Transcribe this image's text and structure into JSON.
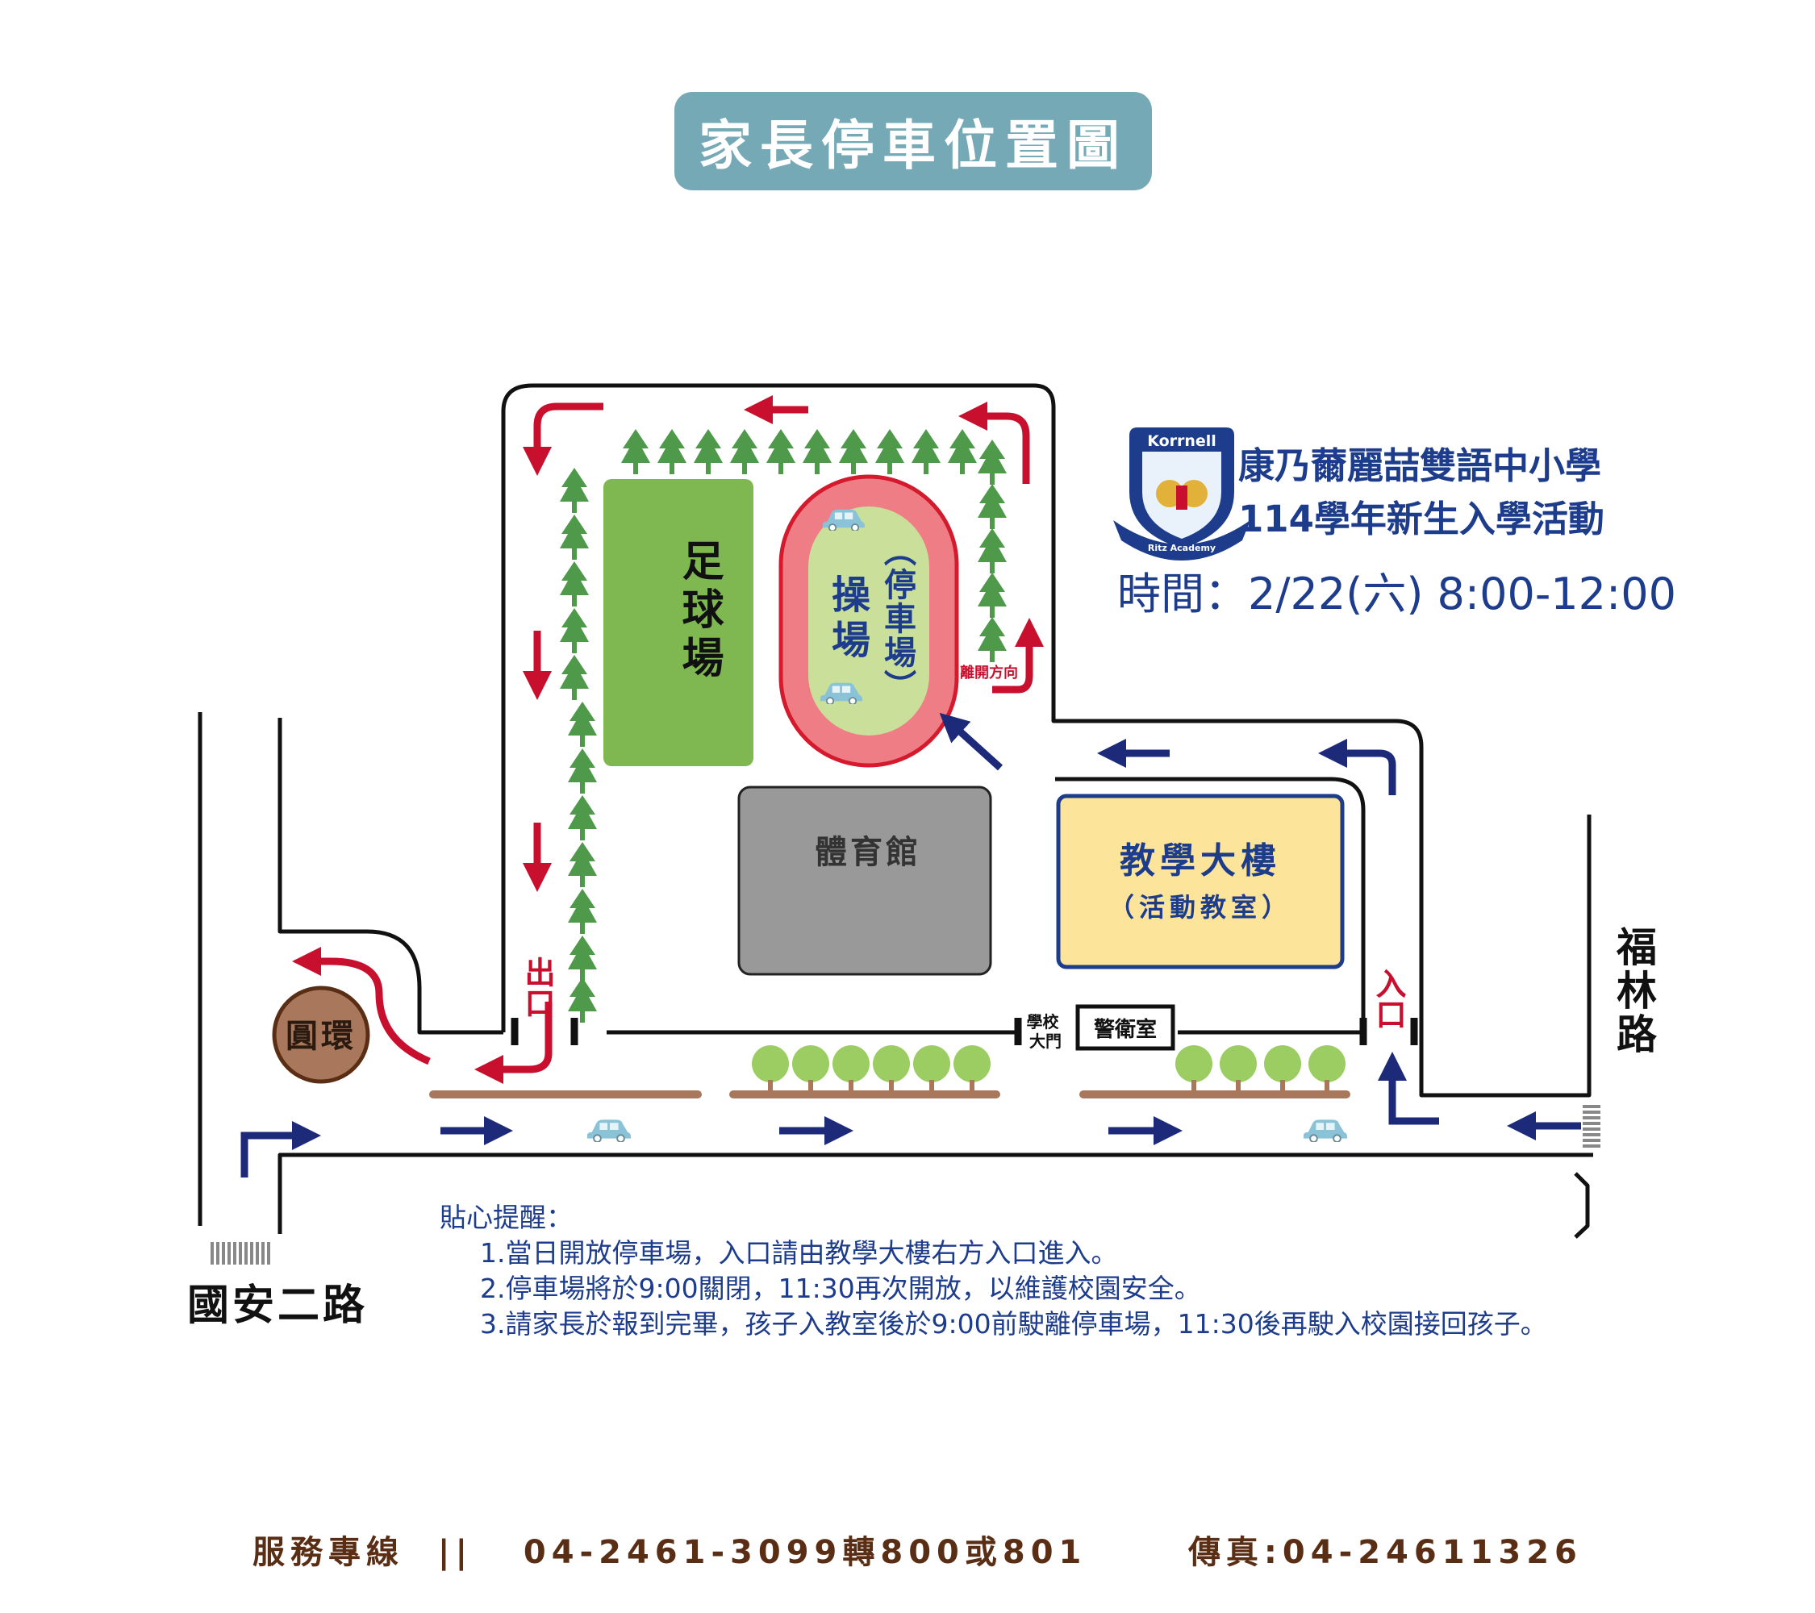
{
  "title": "家長停車位置圖",
  "school": {
    "name": "康乃薾麗喆雙語中小學",
    "event": "114學年新生入學活動",
    "time": "時間：2/22(六) 8:00-12:00",
    "logo_text_top": "Korrnell",
    "logo_text_bottom": "Ritz Academy"
  },
  "map": {
    "soccer_field": "足球場",
    "playground": "操場",
    "parking_note": "（停車場）",
    "leave_direction": "離開方向",
    "gym": "體育館",
    "teaching_building": "教學大樓",
    "activity_room": "（活動教室）",
    "exit": "出口",
    "entrance": "入口",
    "school_gate": "學校大門",
    "guard_room": "警衛室",
    "roundabout": "圓環",
    "road_guoan": "國安二路",
    "road_fulin": "福林路"
  },
  "notes": {
    "heading": "貼心提醒：",
    "items": [
      "1.當日開放停車場，入口請由教學大樓右方入口進入。",
      "2.停車場將於9:00關閉，11:30再次開放，以維護校園安全。",
      "3.請家長於報到完畢，孩子入教室後於9:00前駛離停車場，11:30後再駛入校園接回孩子。"
    ]
  },
  "footer": {
    "hotline_label": "服務專線",
    "separator": "||",
    "hotline": "04-2461-3099轉800或801",
    "fax": "傳真:04-24611326"
  },
  "colors": {
    "title_bg": "#76a9b6",
    "navy": "#1d3c8c",
    "red": "#c8102e",
    "tree": "#4e9a4a",
    "soccer": "#7fb850",
    "gym": "#999999",
    "building": "#fce59a",
    "track": "#ef7d86",
    "field": "#c9df9a",
    "roundabout": "#a9785c",
    "brown_text": "#5a2e14",
    "car": "#8ac3d8"
  }
}
